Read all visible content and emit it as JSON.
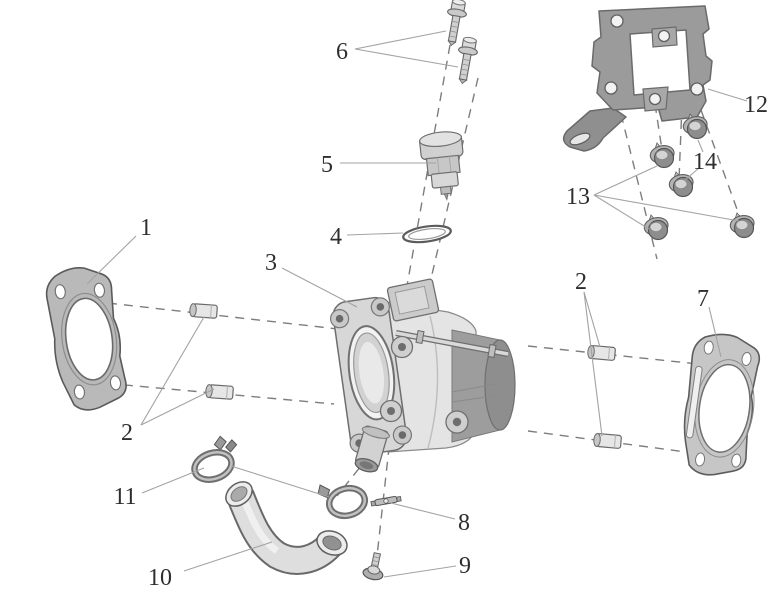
{
  "diagram": {
    "kind": "exploded-parts-diagram",
    "background_color": "#ffffff",
    "dashed_line_color": "#7d7d7d",
    "leader_line_color": "#a3a3a3",
    "label_color": "#2e2e2e",
    "part_fill_light": "#dcdcdc",
    "part_fill_medium": "#b9b9b9",
    "part_fill_dark": "#8f8f8f",
    "outline_color": "#5f5f5f",
    "callouts": [
      {
        "text": "1",
        "target": "cylinder-gasket-left"
      },
      {
        "text": "2",
        "target": "dowel-pins-left"
      },
      {
        "text": "3",
        "target": "cylinder-body"
      },
      {
        "text": "4",
        "target": "o-ring-seal"
      },
      {
        "text": "5",
        "target": "sensor-unit"
      },
      {
        "text": "6",
        "target": "flange-bolts-top"
      },
      {
        "text": "7",
        "target": "cylinder-gasket-right"
      },
      {
        "text": "8",
        "target": "clip-washer"
      },
      {
        "text": "9",
        "target": "drain-bolt"
      },
      {
        "text": "10",
        "target": "coolant-hose"
      },
      {
        "text": "11",
        "target": "hose-clamps"
      },
      {
        "text": "12",
        "target": "mounting-bracket"
      },
      {
        "text": "13",
        "target": "bracket-bolts-outer"
      },
      {
        "text": "14",
        "target": "bracket-bolts-inner"
      },
      {
        "text": "2",
        "target": "dowel-pins-right"
      }
    ]
  }
}
